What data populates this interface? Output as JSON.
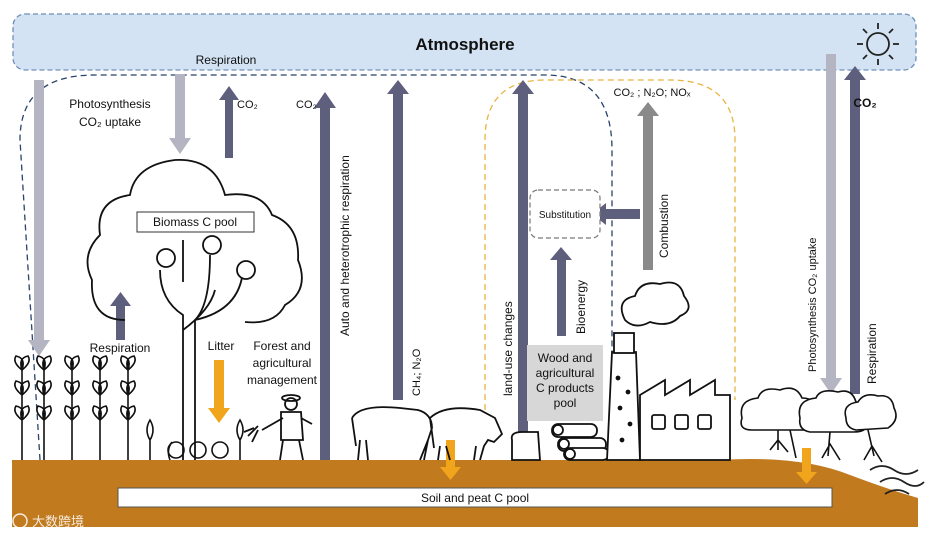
{
  "atmosphere": {
    "title": "Atmosphere"
  },
  "labels": {
    "respiration_top": "Respiration",
    "photosynthesis_line1": "Photosynthesis",
    "photosynthesis_line2": "CO₂ uptake",
    "co2_a": "CO₂",
    "co2_b": "CO₂",
    "biomass_pool": "Biomass C pool",
    "respiration_low": "Respiration",
    "litter": "Litter",
    "forest_line1": "Forest and",
    "forest_line2": "agricultural",
    "forest_line3": "management",
    "auto_hetero": "Auto and heterotrophic respiration",
    "ch4_n2o": "CH₄; N₂O",
    "land_use": "land-use changes",
    "substitution": "Substitution",
    "bioenergy": "Bioenergy",
    "emissions": "CO₂ ; N₂O; NOₓ",
    "combustion": "Combustion",
    "wood_line1": "Wood and",
    "wood_line2": "agricultural",
    "wood_line3": "C products",
    "wood_line4": "pool",
    "photo_right": "Photosynthesis CO₂ uptake",
    "co2_right": "CO₂",
    "respiration_right": "Respiration",
    "soil_pool": "Soil and peat C pool"
  },
  "watermark": "大数跨境",
  "colors": {
    "atmosphere_fill": "#d3e3f3",
    "atmosphere_border": "#6d8fb8",
    "soil": "#c17a1e",
    "arrow_dark": "#5e5f7d",
    "arrow_light": "#b5b4c2",
    "arrow_orange": "#f0a51c",
    "dashed_blue": "#28446b",
    "dashed_orange": "#e8b542",
    "pool_grey": "#d7d7d7"
  }
}
